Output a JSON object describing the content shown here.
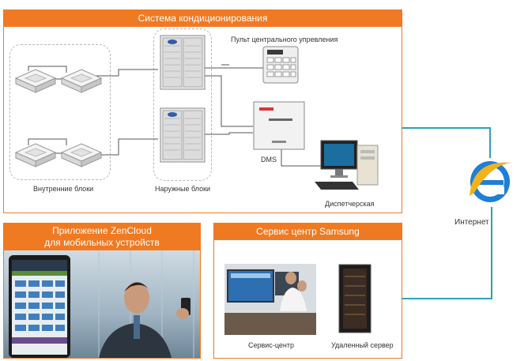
{
  "hvac_panel": {
    "title": "Система кондиционирования"
  },
  "indoor_units": {
    "label": "Внутренние блоки"
  },
  "outdoor_units": {
    "label": "Наружные блоки"
  },
  "central_controller": {
    "label": "Пульт центрального упревления"
  },
  "dms": {
    "label": "DMS"
  },
  "dispatcher": {
    "label": "Диспетчерская"
  },
  "internet": {
    "label": "Интернет"
  },
  "zencloud_panel": {
    "title_line1": "Приложение ZenCloud",
    "title_line2": "для мобильных устройств"
  },
  "service_panel": {
    "title": "Сервис центр Samsung"
  },
  "service_center": {
    "label": "Сервис-центр"
  },
  "remote_server": {
    "label": "Удаленный сервер"
  },
  "colors": {
    "accent": "#f07a22",
    "link_line": "#2aa3b8"
  }
}
